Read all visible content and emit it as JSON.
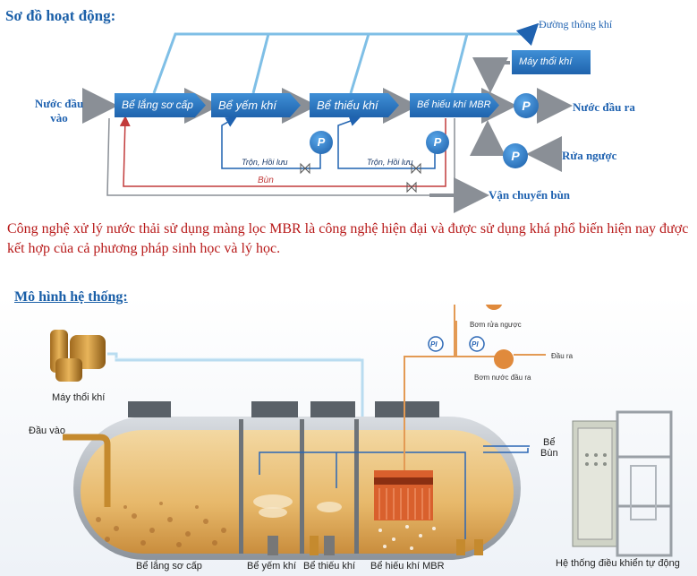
{
  "diagram": {
    "title": "Sơ đồ hoạt động:",
    "input_label_1": "Nước đầu",
    "input_label_2": "vào",
    "tanks": [
      "Bể lắng sơ cấp",
      "Bể yếm khí",
      "Bể thiếu khí",
      "Bể hiếu khí MBR"
    ],
    "vent_label": "Đường thông khí",
    "blower_label": "Máy thổi khí",
    "output_label": "Nước đầu ra",
    "backwash_label": "Rửa ngược",
    "sludge_transport_label": "Vận chuyển bùn",
    "mix_label_1": "Trộn, Hồi lưu",
    "mix_label_2": "Trộn, Hồi lưu",
    "sludge_label": "Bùn",
    "pump_symbol": "P"
  },
  "description": "Công nghệ xử lý nước thải sử dụng màng lọc MBR là công nghệ hiện đại và được sử dụng khá phổ biến hiện nay được kết hợp của cả phương pháp sinh học và lý học.",
  "model": {
    "title": "Mô hình hệ thống:",
    "blower": "Máy thổi khí",
    "inlet": "Đầu vào",
    "sludge_tank_1": "Bể",
    "sludge_tank_2": "Bùn",
    "backwash_pump": "Bơm rửa ngược",
    "outlet_pump": "Bơm nước đầu ra",
    "outlet": "Đầu ra",
    "gauge_symbol": "PI",
    "compartments": [
      "Bể lắng sơ cấp",
      "Bể yếm khí",
      "Bể thiếu khí",
      "Bể hiếu khí MBR"
    ],
    "control_system": "Hệ thống điều khiển tự động"
  },
  "colors": {
    "title_blue": "#1a5fa8",
    "tank_blue": "#2f7cc6",
    "line_blue": "#1f62b0",
    "sludge_red": "#c23b3b",
    "description_red": "#b81a1a"
  }
}
